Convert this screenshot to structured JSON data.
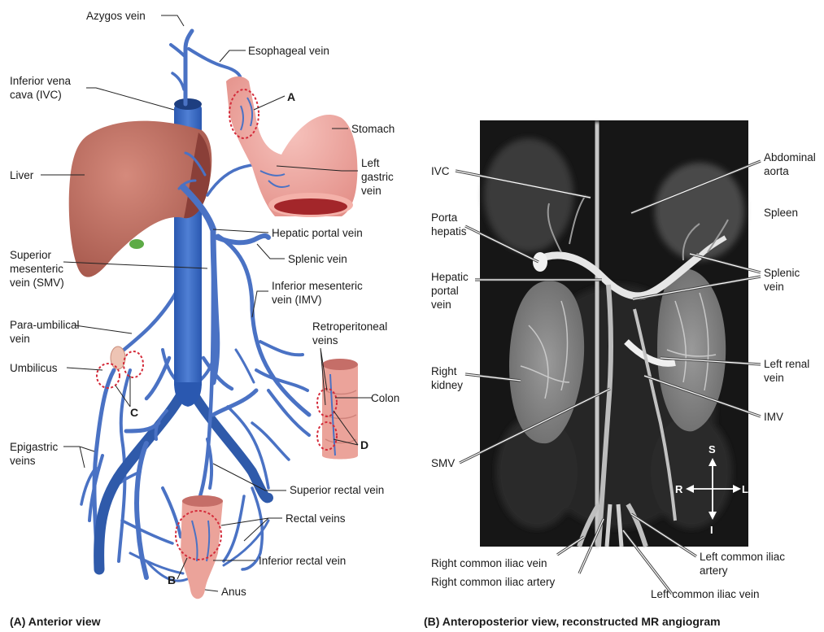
{
  "panel_a": {
    "caption": "(A) Anterior view",
    "labels": {
      "azygos_vein": "Azygos vein",
      "esophageal_vein": "Esophageal vein",
      "inferior_vena_cava_1": "Inferior vena",
      "inferior_vena_cava_2": "cava (IVC)",
      "stomach": "Stomach",
      "liver": "Liver",
      "left_gastric_1": "Left",
      "left_gastric_2": "gastric",
      "left_gastric_3": "vein",
      "hepatic_portal_vein": "Hepatic portal vein",
      "superior_mesenteric_1": "Superior",
      "superior_mesenteric_2": "mesenteric",
      "superior_mesenteric_3": "vein (SMV)",
      "splenic_vein": "Splenic vein",
      "inferior_mesenteric_1": "Inferior mesenteric",
      "inferior_mesenteric_2": "vein (IMV)",
      "para_umbilical_1": "Para-umbilical",
      "para_umbilical_2": "vein",
      "retroperitoneal_1": "Retroperitoneal",
      "retroperitoneal_2": "veins",
      "umbilicus": "Umbilicus",
      "colon": "Colon",
      "epigastric_1": "Epigastric",
      "epigastric_2": "veins",
      "superior_rectal_vein": "Superior rectal vein",
      "rectal_veins": "Rectal veins",
      "inferior_rectal_vein": "Inferior rectal vein",
      "anus": "Anus"
    },
    "letters": {
      "a": "A",
      "b": "B",
      "c": "C",
      "d": "D"
    }
  },
  "panel_b": {
    "caption": "(B) Anteroposterior view, reconstructed MR angiogram",
    "labels": {
      "ivc": "IVC",
      "abdominal_aorta_1": "Abdominal",
      "abdominal_aorta_2": "aorta",
      "porta_hepatis_1": "Porta",
      "porta_hepatis_2": "hepatis",
      "spleen": "Spleen",
      "splenic_vein_1": "Splenic",
      "splenic_vein_2": "vein",
      "hepatic_portal_1": "Hepatic",
      "hepatic_portal_2": "portal",
      "hepatic_portal_3": "vein",
      "left_renal_1": "Left renal",
      "left_renal_2": "vein",
      "right_kidney_1": "Right",
      "right_kidney_2": "kidney",
      "imv": "IMV",
      "smv": "SMV",
      "right_common_iliac_vein": "Right common iliac vein",
      "right_common_iliac_artery": "Right common iliac artery",
      "left_common_iliac_artery_1": "Left common iliac",
      "left_common_iliac_artery_2": "artery",
      "left_common_iliac_vein": "Left common iliac vein"
    },
    "compass": {
      "s": "S",
      "i": "I",
      "r": "R",
      "l": "L"
    }
  },
  "colors": {
    "vein_blue": "#3f6cc0",
    "liver": "#c07062",
    "stomach": "#f1a9a2",
    "dashed_circle": "#d42b3a",
    "mr_background": "#1a1a1a"
  }
}
